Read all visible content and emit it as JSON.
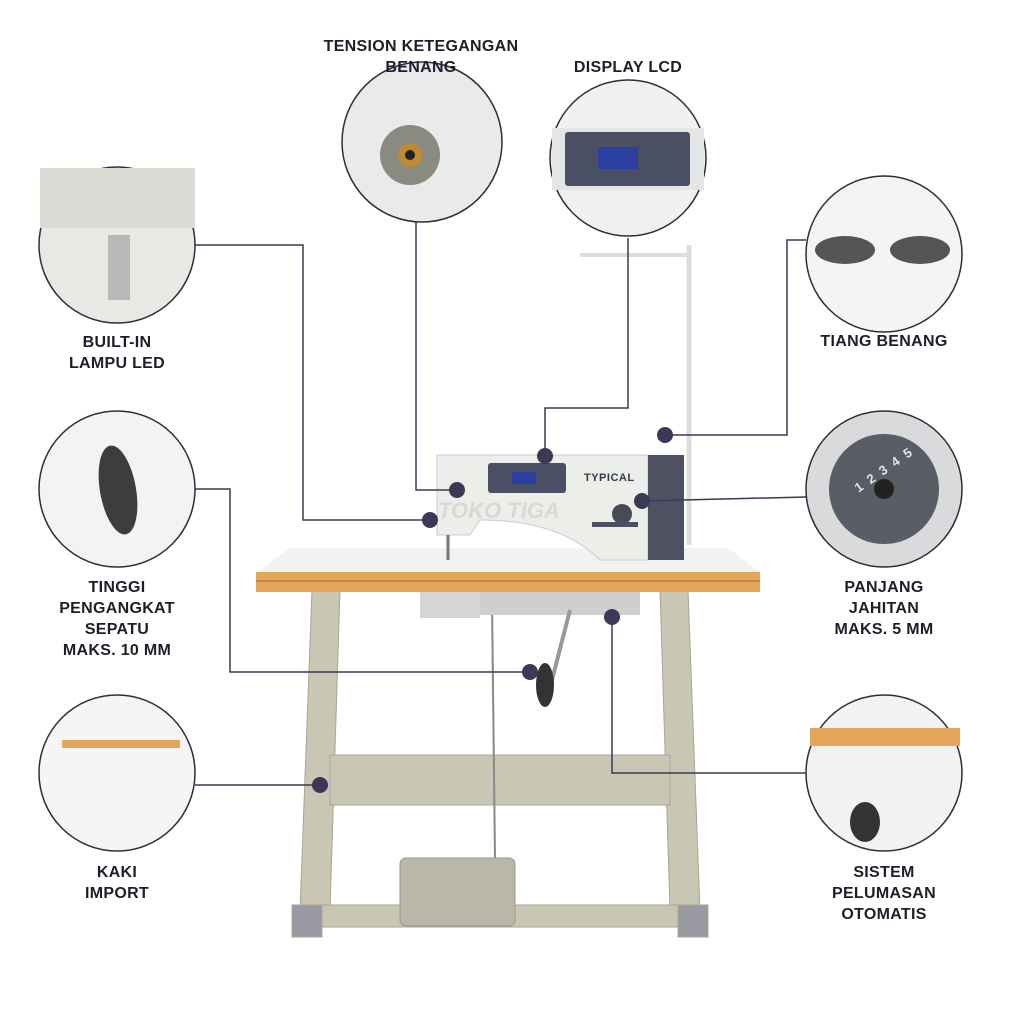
{
  "callouts": {
    "tension": "TENSION KETEGANGAN\nBENANG",
    "display": "DISPLAY LCD",
    "led": "BUILT-IN\nLAMPU LED",
    "tiang": "TIANG BENANG",
    "tinggi": "TINGGI\nPENGANGKAT\nSEPATU\nMAKS. 10 MM",
    "panjang": "PANJANG JAHITAN\nMAKS. 5 MM",
    "kaki": "KAKI\nIMPORT",
    "pelumasan": "SISTEM PELUMASAN\nOTOMATIS"
  },
  "machine": {
    "brand": "TYPICAL",
    "watermark": "TOKO TIGA",
    "dial_numbers": "1 2 3 4 5"
  },
  "colors": {
    "line": "#3b3955",
    "table_edge": "#e0a050",
    "stand": "#c8c6b2",
    "panel": "#4a4f63"
  }
}
